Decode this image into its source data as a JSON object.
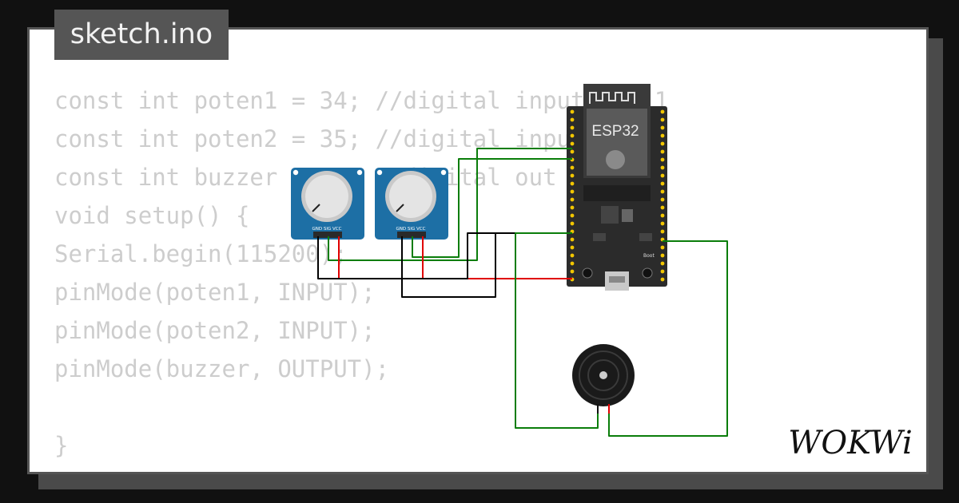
{
  "file_tab": {
    "label": "sketch.ino"
  },
  "code_lines": [
    "const int poten1 = 34; //digital input pin 1",
    "const int poten2 = 35; //digital input pin 2",
    "const int buzzer = 13; //digital out pin 1",
    "void setup() {",
    "Serial.begin(115200);",
    "pinMode(poten1, INPUT);",
    "pinMode(poten2, INPUT);",
    "pinMode(buzzer, OUTPUT);",
    "",
    "}"
  ],
  "esp32": {
    "label": "ESP32",
    "boot_label": "Boot"
  },
  "potentiometers": [
    {
      "pins_label": "GND SIG VCC"
    },
    {
      "pins_label": "GND SIG VCC"
    }
  ],
  "brand": {
    "logo_text": "WOKWi"
  },
  "colors": {
    "wire_green": "#0a7d0a",
    "wire_red": "#e00000",
    "wire_black": "#000000",
    "pot_blue": "#1d6fa5",
    "board": "#2b2b2b"
  }
}
